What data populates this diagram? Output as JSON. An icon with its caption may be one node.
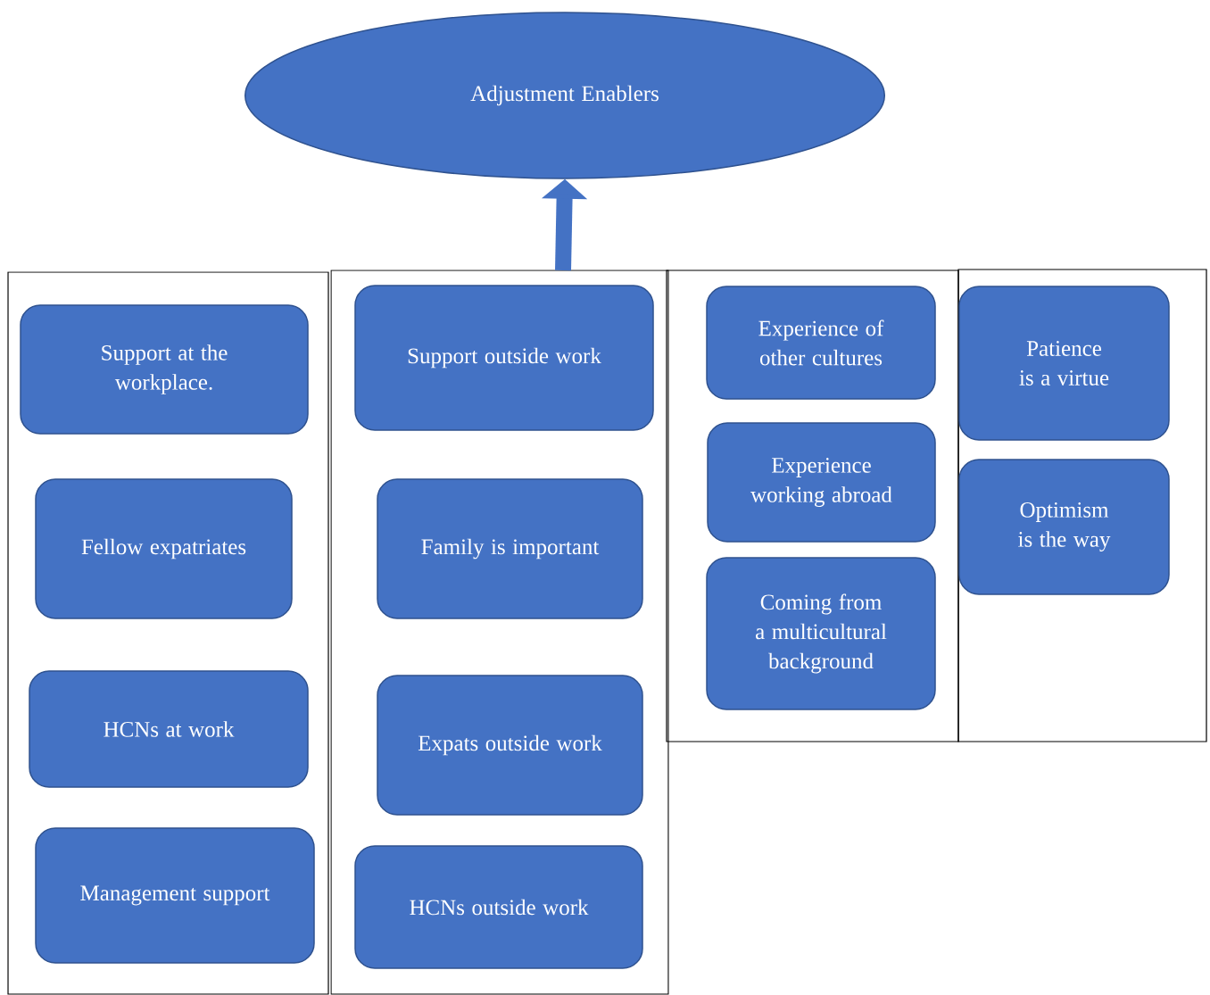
{
  "diagram": {
    "nodes": [
      {
        "text": [
          "Adjustment Enablers"
        ]
      },
      {
        "text": [],
        "shape": "box"
      },
      {
        "text": [
          "Support at the workplace."
        ],
        "in": 1
      },
      {
        "text": [
          "Fellow expatriates"
        ],
        "in": 1
      },
      {
        "text": [
          "HCNs at work"
        ],
        "in": 1
      },
      {
        "text": [
          "Management support"
        ],
        "in": 1
      },
      {
        "text": [],
        "shape": "box"
      },
      {
        "text": [
          "Support outside work"
        ],
        "in": 6
      },
      {
        "text": [
          "Family is important"
        ],
        "in": 6
      },
      {
        "text": [
          "Expats outside work"
        ],
        "in": 6
      },
      {
        "text": [
          "HCNs outside work"
        ],
        "in": 6
      },
      {
        "text": [],
        "shape": "box"
      },
      {
        "text": [
          "Experience of other cultures"
        ],
        "in": 11
      },
      {
        "text": [
          "Experience working abroad"
        ],
        "in": 11
      },
      {
        "text": [
          "Coming from a multicultural background"
        ],
        "in": 11
      },
      {
        "text": [],
        "shape": "box"
      },
      {
        "text": [
          "Patience is a virtue"
        ],
        "in": 15
      },
      {
        "text": [
          "Optimism is the way"
        ],
        "in": 15
      }
    ],
    "edges": [
      {
        "from": 6,
        "to": 0,
        "arrow": "to"
      }
    ]
  }
}
